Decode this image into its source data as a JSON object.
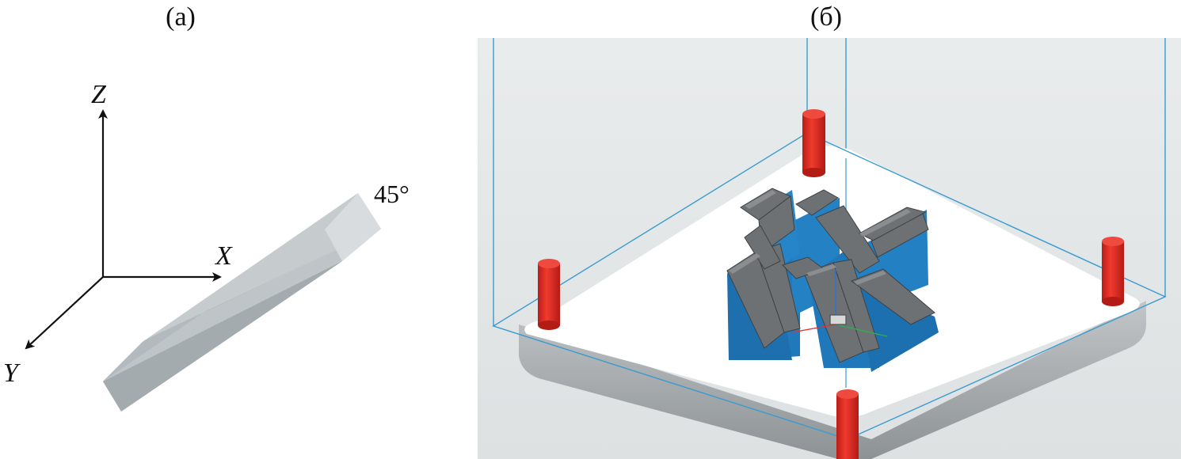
{
  "panels": {
    "a": {
      "label": "(a)"
    },
    "b": {
      "label": "(б)"
    }
  },
  "axes": {
    "z": "Z",
    "x": "X",
    "y": "Y"
  },
  "angle_label": "45°",
  "colors": {
    "bar_top": "#c9ced1",
    "bar_side": "#a8b0b4",
    "bar_end": "#d6dadc",
    "chamber_bg": "#e4e7e8",
    "platform_top": "#ffffff",
    "platform_side": "#a0a5a8",
    "wire": "#2e95cc",
    "pin_red": "#e0271e",
    "part_blue": "#1f76b8",
    "part_gray": "#6e7275"
  }
}
